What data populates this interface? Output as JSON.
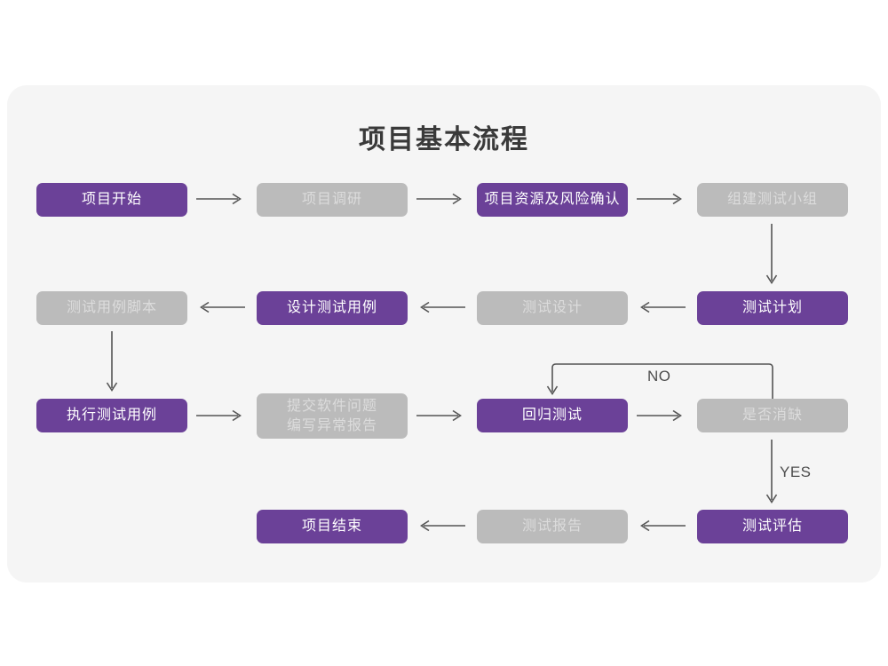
{
  "page": {
    "background_color": "#ffffff",
    "card_color": "#f5f5f5"
  },
  "title": "项目基本流程",
  "colors": {
    "accent_purple": "#6b4198",
    "muted_gray": "#bbbbbb",
    "gray_text": "#dcdcdc",
    "purple_text": "#ffffff",
    "arrow": "#555555",
    "title_text": "#3a3a3a"
  },
  "flowchart": {
    "type": "flowchart",
    "direction": "boustrophedon (left-to-right, then right-to-left)",
    "nodes": [
      {
        "id": "n1",
        "label": "项目开始",
        "style": "purple",
        "row": 1,
        "col": 1
      },
      {
        "id": "n2",
        "label": "项目调研",
        "style": "gray",
        "row": 1,
        "col": 2
      },
      {
        "id": "n3",
        "label": "项目资源及风险确认",
        "style": "purple",
        "row": 1,
        "col": 3
      },
      {
        "id": "n4",
        "label": "组建测试小组",
        "style": "gray",
        "row": 1,
        "col": 4
      },
      {
        "id": "n5",
        "label": "测试用例脚本",
        "style": "gray",
        "row": 2,
        "col": 1
      },
      {
        "id": "n6",
        "label": "设计测试用例",
        "style": "purple",
        "row": 2,
        "col": 2
      },
      {
        "id": "n7",
        "label": "测试设计",
        "style": "gray",
        "row": 2,
        "col": 3
      },
      {
        "id": "n8",
        "label": "测试计划",
        "style": "purple",
        "row": 2,
        "col": 4
      },
      {
        "id": "n9",
        "label": "执行测试用例",
        "style": "purple",
        "row": 3,
        "col": 1
      },
      {
        "id": "n10",
        "label": "提交软件问题\n编写异常报告",
        "style": "gray",
        "row": 3,
        "col": 2
      },
      {
        "id": "n11",
        "label": "回归测试",
        "style": "purple",
        "row": 3,
        "col": 3
      },
      {
        "id": "n12",
        "label": "是否消缺",
        "style": "gray",
        "row": 3,
        "col": 4
      },
      {
        "id": "n13",
        "label": "项目结束",
        "style": "purple",
        "row": 4,
        "col": 2
      },
      {
        "id": "n14",
        "label": "测试报告",
        "style": "gray",
        "row": 4,
        "col": 3
      },
      {
        "id": "n15",
        "label": "测试评估",
        "style": "purple",
        "row": 4,
        "col": 4
      }
    ],
    "edges": [
      {
        "from": "n1",
        "to": "n2",
        "dir": "right",
        "label": ""
      },
      {
        "from": "n2",
        "to": "n3",
        "dir": "right",
        "label": ""
      },
      {
        "from": "n3",
        "to": "n4",
        "dir": "right",
        "label": ""
      },
      {
        "from": "n4",
        "to": "n8",
        "dir": "down",
        "label": ""
      },
      {
        "from": "n8",
        "to": "n7",
        "dir": "left",
        "label": ""
      },
      {
        "from": "n7",
        "to": "n6",
        "dir": "left",
        "label": ""
      },
      {
        "from": "n6",
        "to": "n5",
        "dir": "left",
        "label": ""
      },
      {
        "from": "n5",
        "to": "n9",
        "dir": "down",
        "label": ""
      },
      {
        "from": "n9",
        "to": "n10",
        "dir": "right",
        "label": ""
      },
      {
        "from": "n10",
        "to": "n11",
        "dir": "right",
        "label": ""
      },
      {
        "from": "n11",
        "to": "n12",
        "dir": "right",
        "label": ""
      },
      {
        "from": "n12",
        "to": "n11",
        "dir": "loop-up-left",
        "label": "NO"
      },
      {
        "from": "n12",
        "to": "n15",
        "dir": "down",
        "label": "YES"
      },
      {
        "from": "n15",
        "to": "n14",
        "dir": "left",
        "label": ""
      },
      {
        "from": "n14",
        "to": "n13",
        "dir": "left",
        "label": ""
      }
    ],
    "edge_labels": {
      "no": "NO",
      "yes": "YES"
    }
  }
}
